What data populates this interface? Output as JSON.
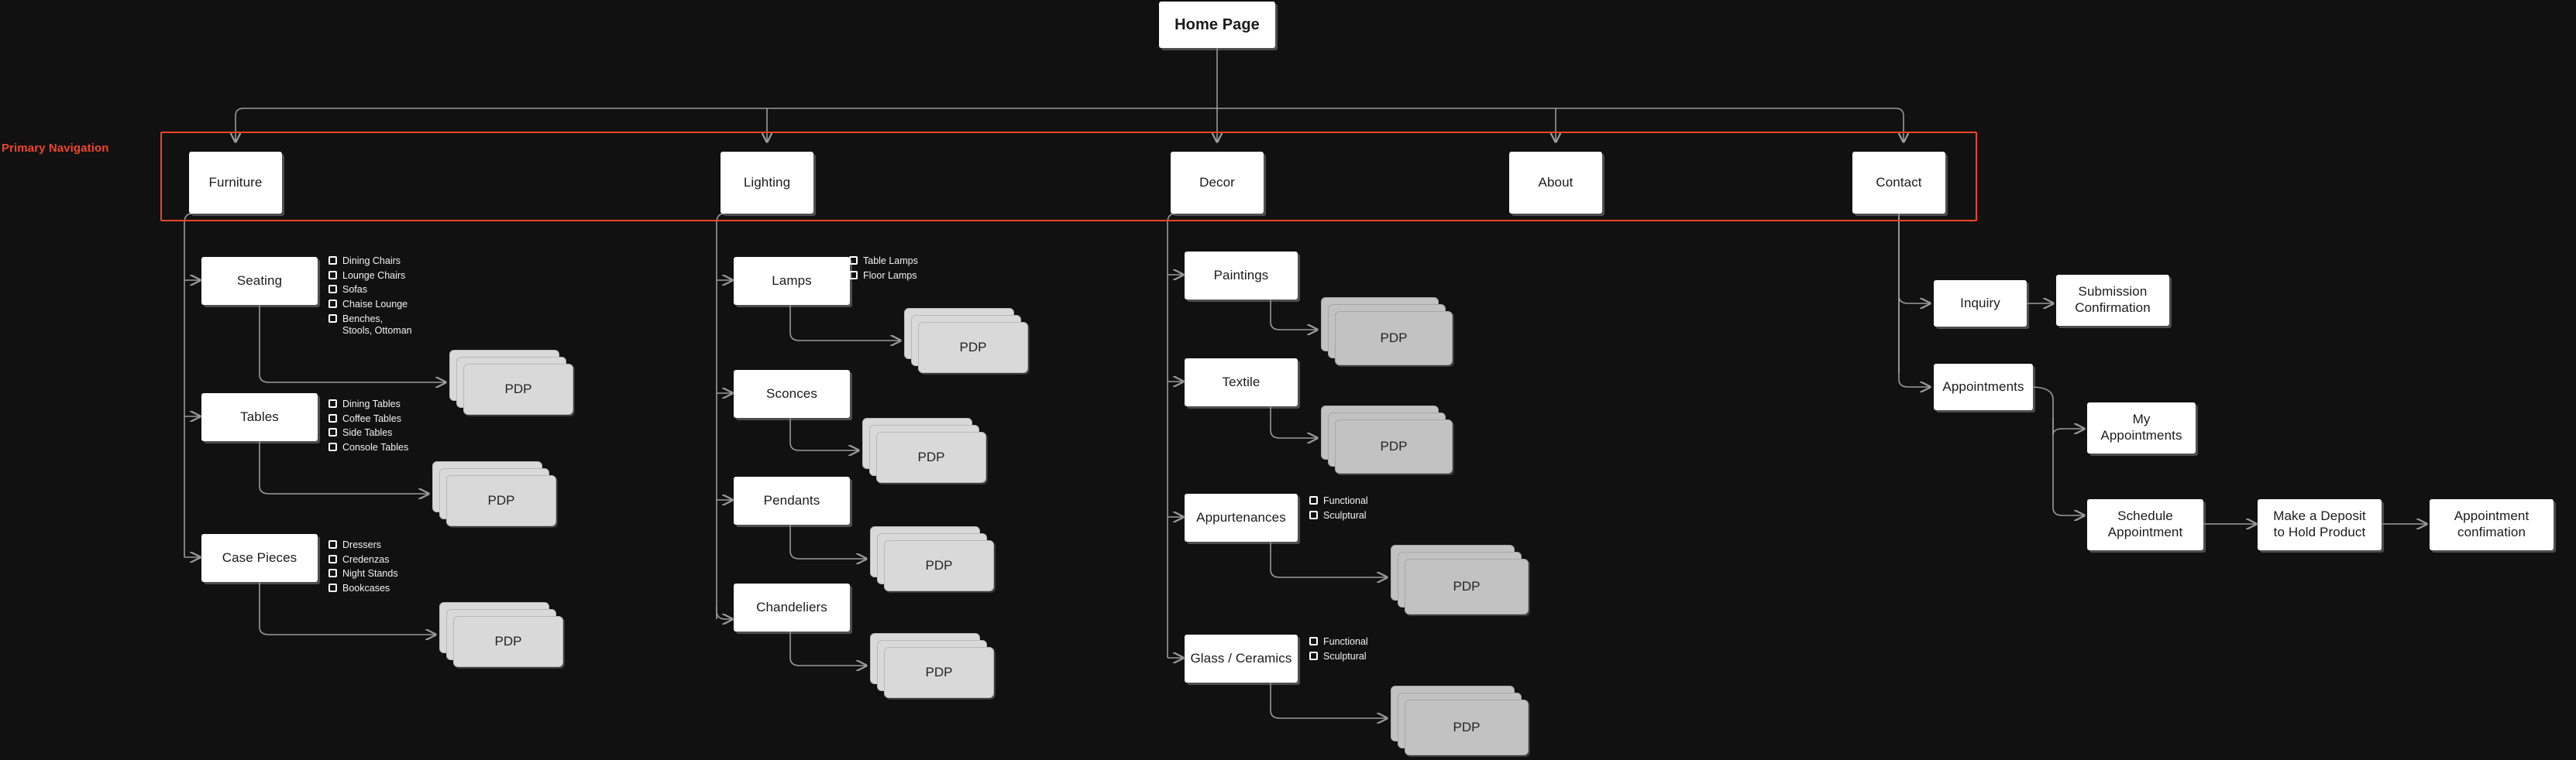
{
  "diagram": {
    "title_node": "Home Page",
    "annotation": {
      "primary_navigation_label": "Primary Navigation",
      "color": "#f0452a"
    },
    "background_color": "#111111",
    "node_color": "#ffffff",
    "pdp_color": "#d9d9d9",
    "primary_nav": [
      "Furniture",
      "Lighting",
      "Decor",
      "About",
      "Contact"
    ],
    "pdp_label": "PDP",
    "columns": {
      "furniture": {
        "parent": "Furniture",
        "children": [
          {
            "label": "Seating",
            "options": [
              "Dining Chairs",
              "Lounge Chairs",
              "Sofas",
              "Chaise Lounge",
              "Benches,\nStools, Ottoman"
            ],
            "leaf": "PDP"
          },
          {
            "label": "Tables",
            "options": [
              "Dining Tables",
              "Coffee Tables",
              "Side Tables",
              "Console Tables"
            ],
            "leaf": "PDP"
          },
          {
            "label": "Case Pieces",
            "options": [
              "Dressers",
              "Credenzas",
              "Night Stands",
              "Bookcases"
            ],
            "leaf": "PDP"
          }
        ]
      },
      "lighting": {
        "parent": "Lighting",
        "children": [
          {
            "label": "Lamps",
            "options": [
              "Table Lamps",
              "Floor Lamps"
            ],
            "leaf": "PDP"
          },
          {
            "label": "Sconces",
            "options": [],
            "leaf": "PDP"
          },
          {
            "label": "Pendants",
            "options": [],
            "leaf": "PDP"
          },
          {
            "label": "Chandeliers",
            "options": [],
            "leaf": "PDP"
          }
        ]
      },
      "decor": {
        "parent": "Decor",
        "children": [
          {
            "label": "Paintings",
            "options": [],
            "leaf": "PDP"
          },
          {
            "label": "Textile",
            "options": [],
            "leaf": "PDP"
          },
          {
            "label": "Appurtenances",
            "options": [
              "Functional",
              "Sculptural"
            ],
            "leaf": "PDP"
          },
          {
            "label": "Glass / Ceramics",
            "options": [
              "Functional",
              "Sculptural"
            ],
            "leaf": "PDP"
          }
        ]
      },
      "about": {
        "parent": "About",
        "children": []
      },
      "contact": {
        "parent": "Contact",
        "children": [
          {
            "label": "Inquiry",
            "next": [
              "Submission Confirmation"
            ]
          },
          {
            "label": "Appointments",
            "next": [
              "My Appointments",
              "Schedule Appointment"
            ],
            "chain": [
              "Schedule Appointment",
              "Make a Deposit to Hold Product",
              "Appointment confimation"
            ]
          }
        ]
      }
    },
    "flow_nodes": {
      "inquiry": "Inquiry",
      "submission_confirmation": "Submission\nConfirmation",
      "appointments": "Appointments",
      "my_appointments": "My\nAppointments",
      "schedule_appointment": "Schedule\nAppointment",
      "make_deposit": "Make a Deposit\nto Hold Product",
      "appointment_confirmation": "Appointment\nconfimation"
    }
  }
}
